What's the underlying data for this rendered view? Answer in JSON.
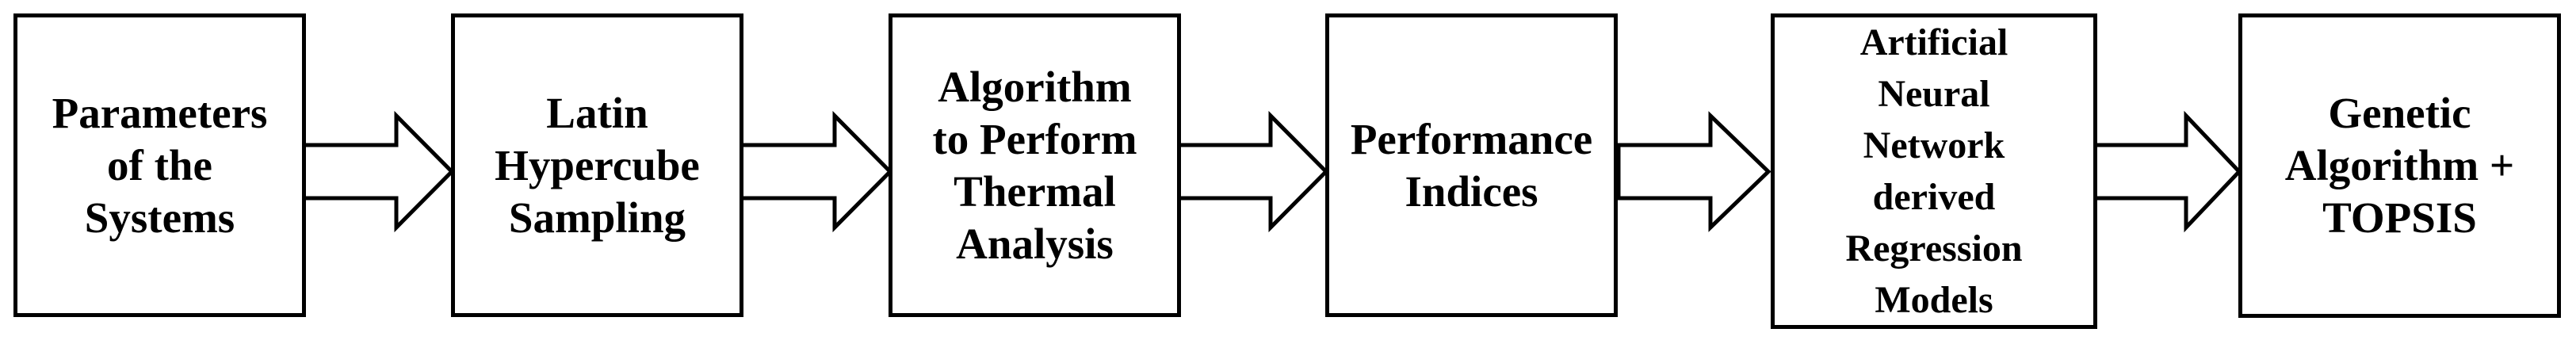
{
  "flow": {
    "boxes": [
      {
        "name": "parameters-of-the-systems",
        "lines": [
          "Parameters",
          "of the",
          "Systems"
        ]
      },
      {
        "name": "latin-hypercube-sampling",
        "lines": [
          "Latin",
          "Hypercube",
          "Sampling"
        ]
      },
      {
        "name": "algorithm-to-perform-thermal-analysis",
        "lines": [
          "Algorithm",
          "to Perform",
          "Thermal",
          "Analysis"
        ]
      },
      {
        "name": "performance-indices",
        "lines": [
          "Performance",
          "Indices"
        ]
      },
      {
        "name": "ann-derived-regression-models",
        "lines": [
          "Artificial",
          "Neural",
          "Network",
          "derived",
          "Regression",
          "Models"
        ]
      },
      {
        "name": "genetic-algorithm-topsis",
        "lines": [
          "Genetic",
          "Algorithm +",
          "TOPSIS"
        ]
      }
    ],
    "colors": {
      "background": "#ffffff",
      "box_fill": "#ffffff",
      "box_border": "#000000",
      "text": "#000000",
      "arrow_fill": "#ffffff",
      "arrow_stroke": "#000000"
    }
  }
}
